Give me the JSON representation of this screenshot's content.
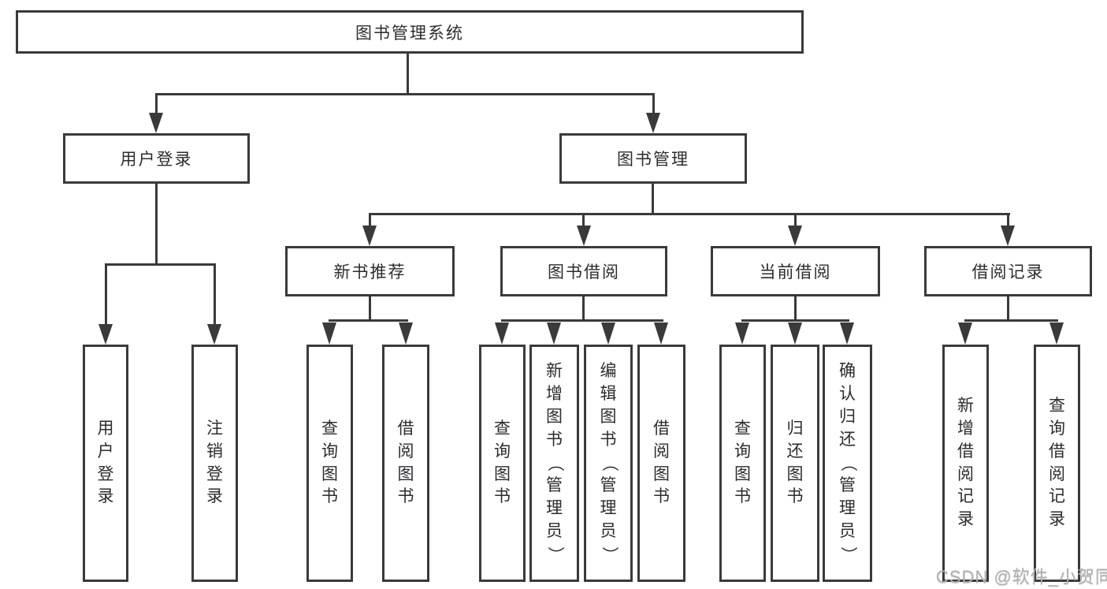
{
  "diagram": {
    "root": {
      "label": "图书管理系统"
    },
    "branches": [
      {
        "label": "用户登录",
        "children": [
          {
            "label": "用户登录"
          },
          {
            "label": "注销登录"
          }
        ]
      },
      {
        "label": "图书管理",
        "groups": [
          {
            "label": "新书推荐",
            "children": [
              {
                "label": "查询图书"
              },
              {
                "label": "借阅图书"
              }
            ]
          },
          {
            "label": "图书借阅",
            "children": [
              {
                "label": "查询图书"
              },
              {
                "label": "新增图书（管理员）"
              },
              {
                "label": "编辑图书（管理员）"
              },
              {
                "label": "借阅图书"
              }
            ]
          },
          {
            "label": "当前借阅",
            "children": [
              {
                "label": "查询图书"
              },
              {
                "label": "归还图书"
              },
              {
                "label": "确认归还（管理员）"
              }
            ]
          },
          {
            "label": "借阅记录",
            "children": [
              {
                "label": "新增借阅记录"
              },
              {
                "label": "查询借阅记录"
              }
            ]
          }
        ]
      }
    ]
  },
  "watermark": {
    "text": "CSDN @软件_小贺同学"
  },
  "colors": {
    "line": "#3a3a3c",
    "text": "#2c2c30",
    "background": "#ffffff",
    "watermark": "#b3b1b1"
  }
}
